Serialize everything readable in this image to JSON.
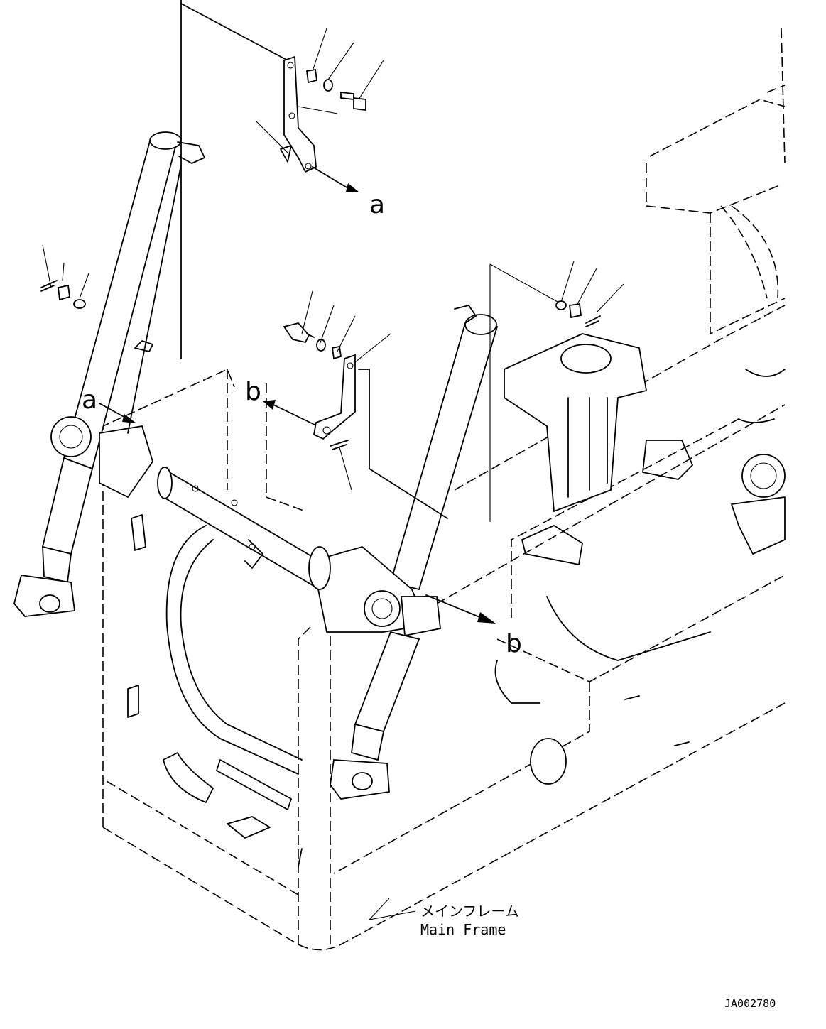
{
  "labels": {
    "a_top": "a",
    "a_left": "a",
    "b_mid": "b",
    "b_right": "b"
  },
  "caption": {
    "jp": "メインフレーム",
    "en": "Main Frame"
  },
  "drawing_code": "JA002780"
}
